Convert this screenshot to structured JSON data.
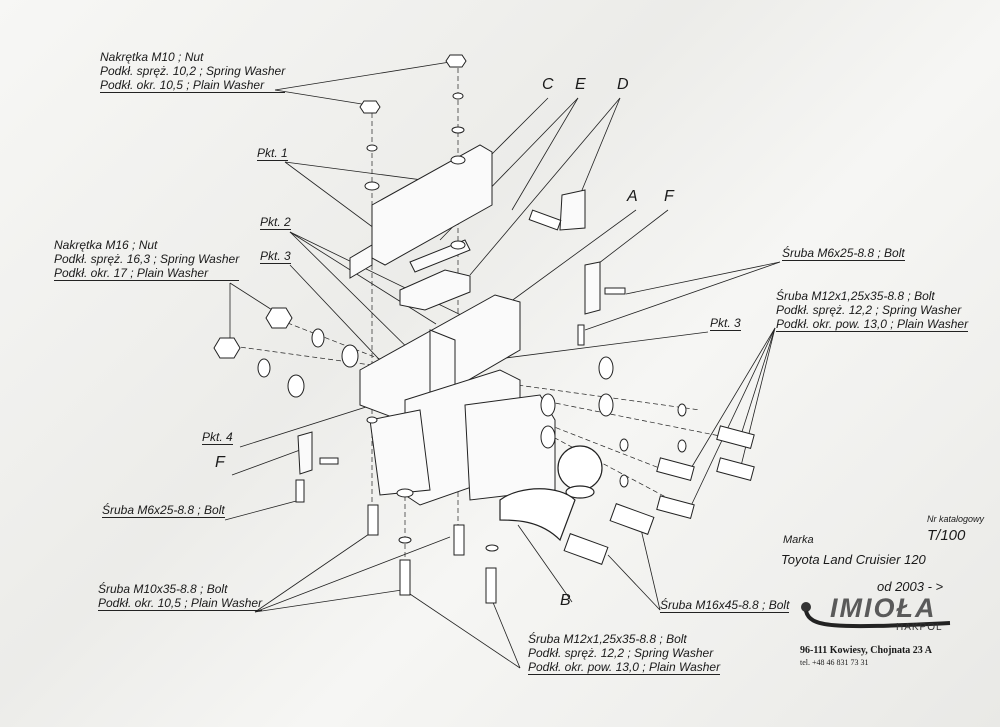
{
  "labels": {
    "nut_m10": [
      "Nakrętka  M10 ; Nut",
      "Podkł. spręż. 10,2 ; Spring Washer",
      "Podkł. okr. 10,5 ; Plain Washer"
    ],
    "nut_m16": [
      "Nakrętka  M16 ; Nut",
      "Podkł. spręż. 16,3 ; Spring Washer",
      "Podkł. okr. 17 ; Plain Washer"
    ],
    "bolt_m12_right": [
      "Śruba M12x1,25x35-8.8 ;  Bolt",
      "Podkł. spręż. 12,2 ; Spring Washer",
      "Podkł. okr. pow. 13,0 ; Plain Washer"
    ],
    "bolt_m12_bottom": [
      "Śruba M12x1,25x35-8.8 ;  Bolt",
      "Podkł. spręż. 12,2 ; Spring Washer",
      "Podkł. okr. pow. 13,0 ; Plain Washer"
    ],
    "bolt_m10": [
      "Śruba M10x35-8.8 ;  Bolt",
      "Podkł. okr. 10,5 ; Plain Washer"
    ],
    "bolt_m6_right": "Śruba M6x25-8.8 ;  Bolt",
    "bolt_m6_left": "Śruba M6x25-8.8 ;  Bolt",
    "bolt_m16": "Śruba M16x45-8.8 ;  Bolt",
    "pkt1": "Pkt. 1",
    "pkt2": "Pkt. 2",
    "pkt3": "Pkt. 3",
    "pkt3_right": "Pkt. 3",
    "pkt4": "Pkt. 4",
    "part_c": "C",
    "part_e": "E",
    "part_d": "D",
    "part_a": "A",
    "part_f_right": "F",
    "part_f_left": "F",
    "part_b": "B"
  },
  "info": {
    "catalog_label": "Nr katalogowy",
    "catalog_number": "T/100",
    "brand_label": "Marka",
    "model": "Toyota Land Cruisier 120",
    "from_year": "od 2003 - >"
  },
  "company": {
    "logo_text": "IMIOŁA",
    "logo_sub": "HAKPOL",
    "address": "96-111 Kowiesy, Chojnata 23 A",
    "phone": "tel. +48 46 831 73 31"
  }
}
